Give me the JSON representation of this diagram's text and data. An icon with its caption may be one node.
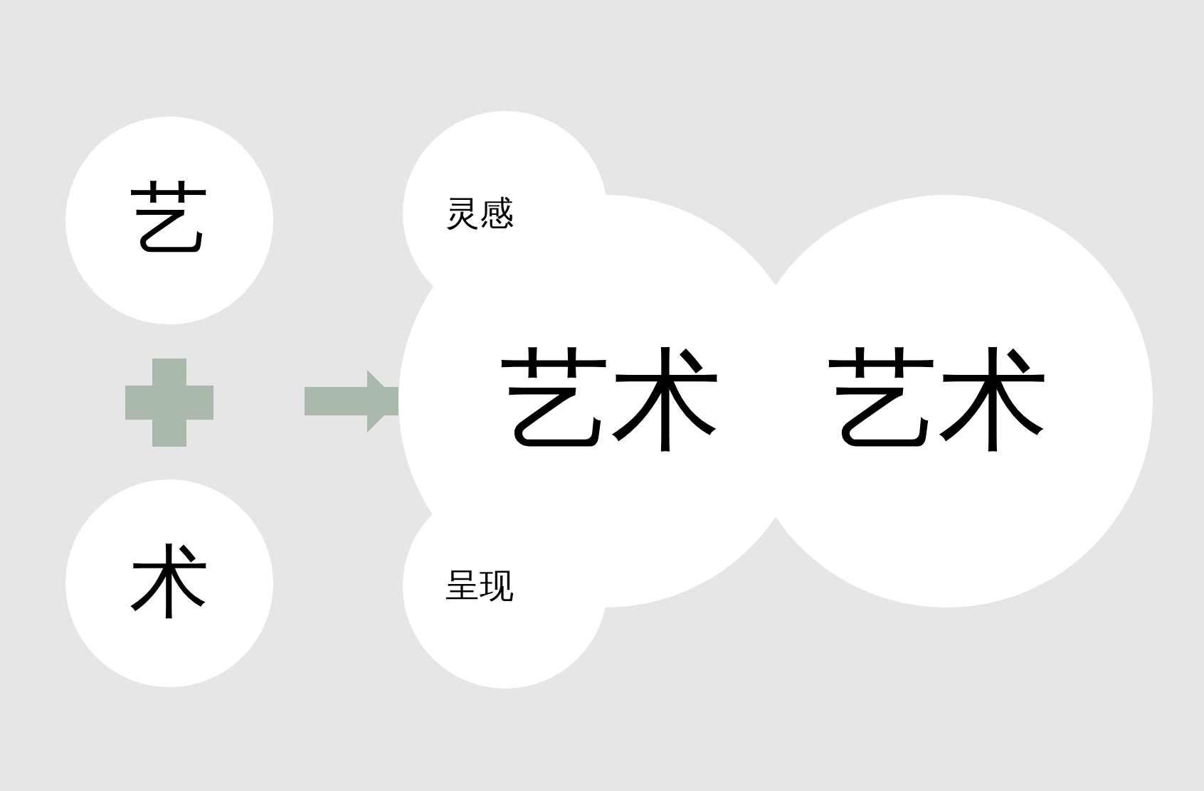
{
  "diagram": {
    "nodes": [
      {
        "text": [
          "艺"
        ]
      },
      {
        "text": [
          "术"
        ]
      },
      {
        "text": [
          "灵感"
        ]
      },
      {
        "text": [
          "艺术"
        ]
      },
      {
        "text": [
          "艺术"
        ]
      },
      {
        "text": [
          "呈现"
        ]
      }
    ],
    "edges": [
      {
        "from": null,
        "to": 3,
        "arrow": "to"
      }
    ]
  }
}
